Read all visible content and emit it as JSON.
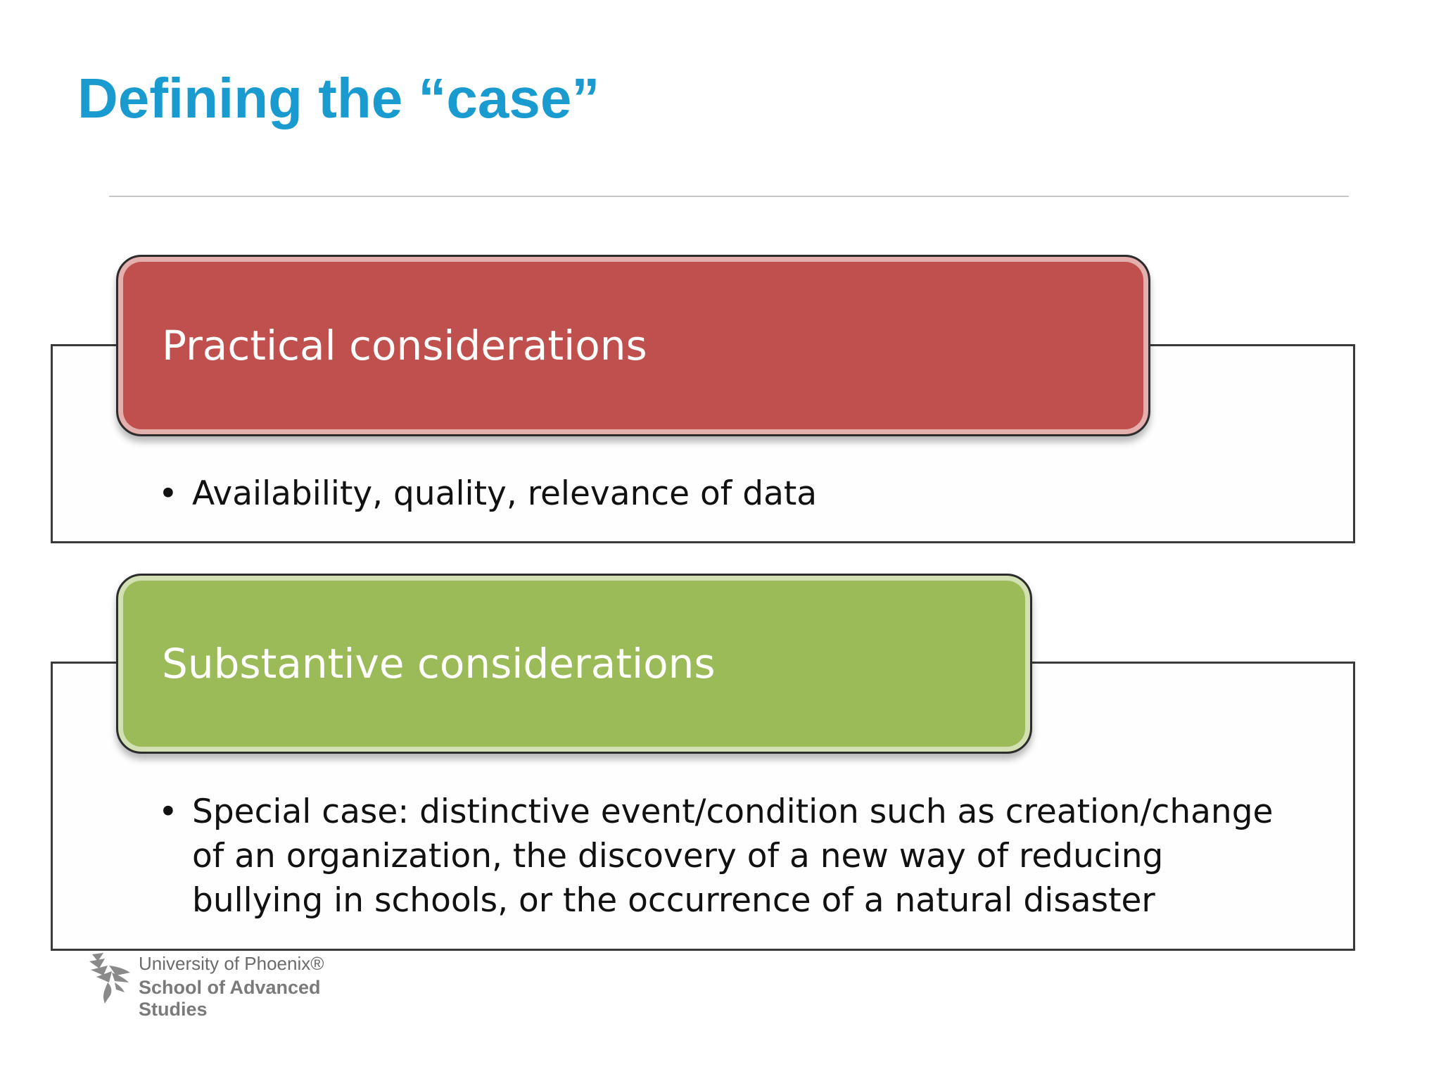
{
  "slide": {
    "title": "Defining the “case”"
  },
  "sections": [
    {
      "heading": "Practical considerations",
      "color": "#c0504d",
      "bullet_marker": "•",
      "bullet": "Availability, quality, relevance of data"
    },
    {
      "heading": "Substantive considerations",
      "color": "#9bbb59",
      "bullet_marker": "•",
      "bullet": "Special case: distinctive event/condition such as creation/change of an organization, the discovery of a new way of reducing bullying in schools, or the occurrence of a natural disaster"
    }
  ],
  "footer": {
    "logo_icon": "phoenix-icon",
    "university": "University of Phoenix®",
    "school_line1": "School of Advanced",
    "school_line2": "Studies"
  },
  "colors": {
    "title": "#1a9bd0"
  }
}
